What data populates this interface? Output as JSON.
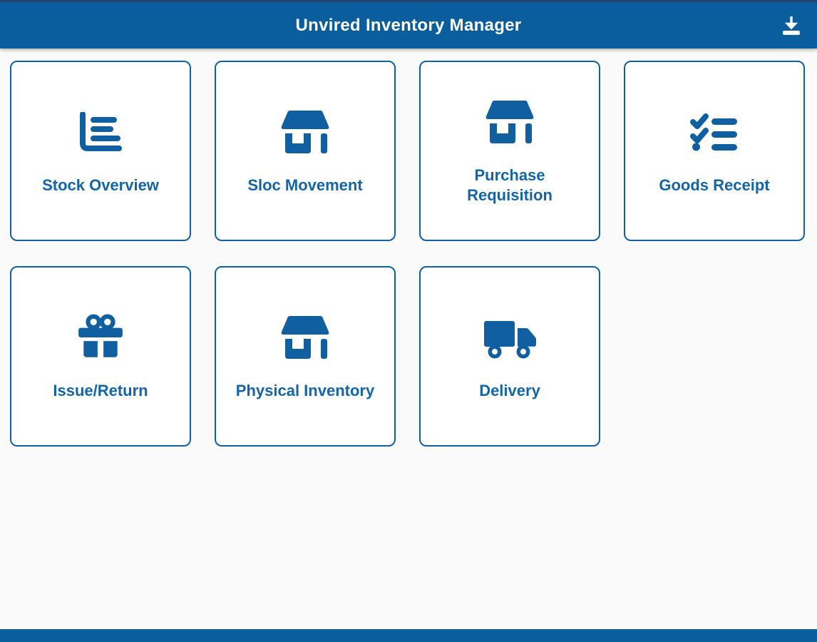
{
  "header": {
    "title": "Unvired Inventory Manager",
    "action_icon": "download-icon"
  },
  "cards": [
    {
      "id": "stock-overview",
      "label": "Stock Overview",
      "icon": "bar-chart-icon"
    },
    {
      "id": "sloc-movement",
      "label": "Sloc Movement",
      "icon": "store-icon"
    },
    {
      "id": "purchase-requisition",
      "label": "Purchase Requisition",
      "icon": "store-icon"
    },
    {
      "id": "goods-receipt",
      "label": "Goods Receipt",
      "icon": "checklist-icon"
    },
    {
      "id": "issue-return",
      "label": "Issue/Return",
      "icon": "gift-icon"
    },
    {
      "id": "physical-inventory",
      "label": "Physical Inventory",
      "icon": "store-icon"
    },
    {
      "id": "delivery",
      "label": "Delivery",
      "icon": "truck-icon"
    }
  ],
  "colors": {
    "header_blue": "#0b5e9d",
    "status_strip": "#21416f",
    "tile_text_blue": "#1465a8",
    "tile_border_blue": "#0e61a6",
    "icon_blue": "#0f5fa1",
    "background": "#fafafa",
    "bottom_bar_blue": "#0b5e9d"
  },
  "bottom_bar": {
    "present": true
  }
}
